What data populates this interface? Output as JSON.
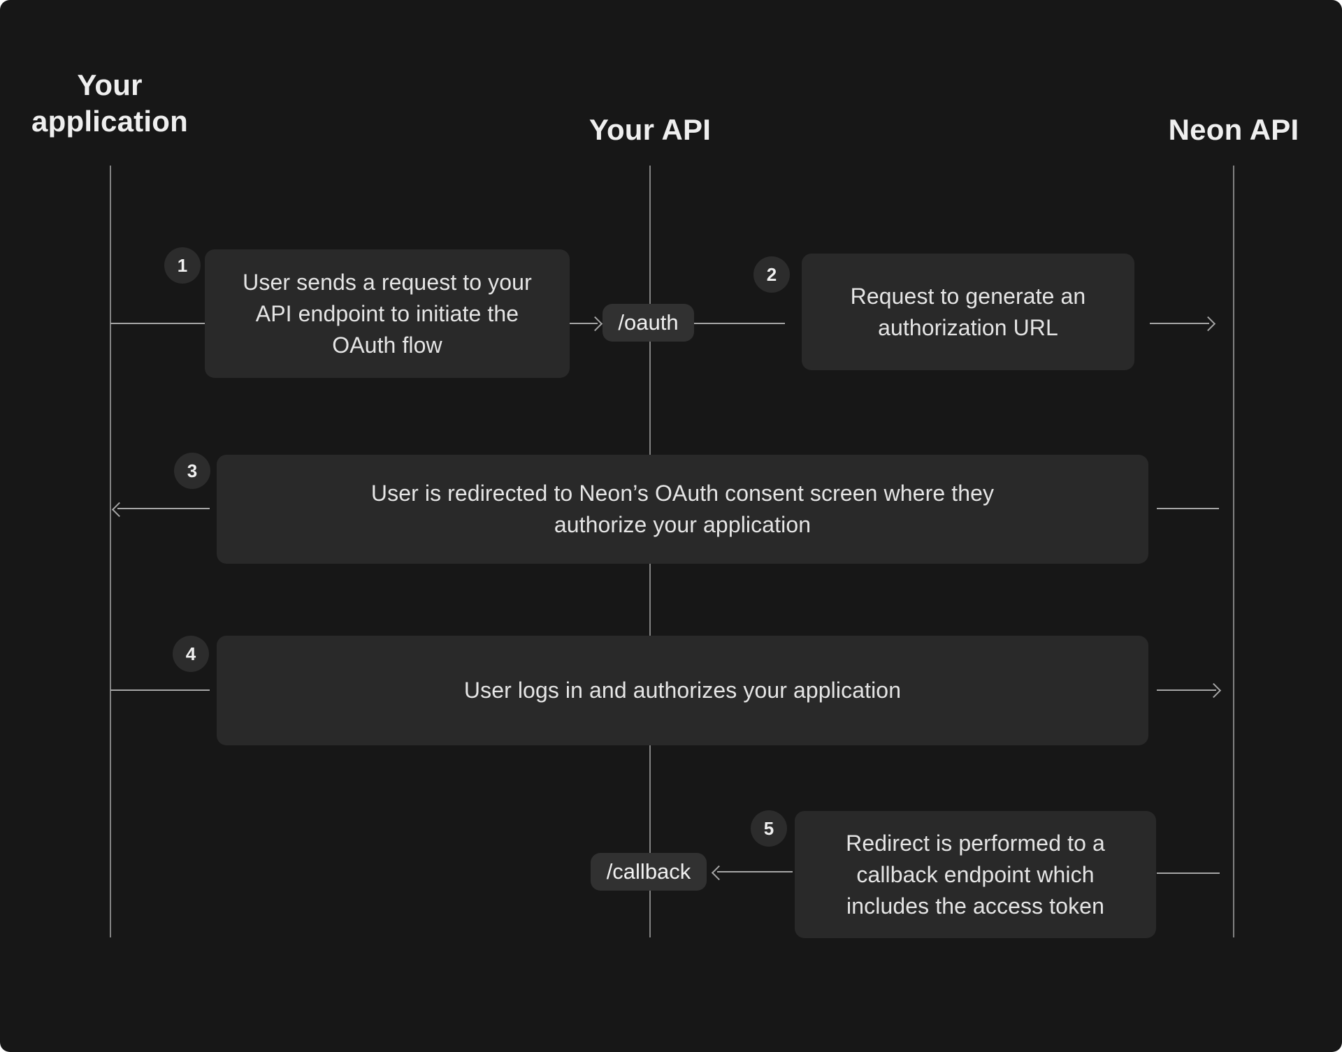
{
  "diagram": {
    "title_implied": "OAuth flow sequence diagram",
    "colors": {
      "background": "#171717",
      "message_box": "#292929",
      "endpoint_pill": "#313131",
      "badge": "#2c2c2c",
      "lifeline": "#828282",
      "connector": "#a6a6a6",
      "text": "#e5e5e5",
      "heading": "#efefef"
    },
    "lanes": [
      {
        "id": "your-application",
        "label": "Your application"
      },
      {
        "id": "your-api",
        "label": "Your API"
      },
      {
        "id": "neon-api",
        "label": "Neon API"
      }
    ],
    "endpoints": [
      {
        "label": "/oauth"
      },
      {
        "label": "/callback"
      }
    ],
    "steps": [
      {
        "number": "1",
        "text": "User sends a request to your API endpoint to initiate the OAuth flow"
      },
      {
        "number": "2",
        "text": "Request to generate an authorization URL"
      },
      {
        "number": "3",
        "text": "User is redirected to Neon’s OAuth consent screen where they authorize your application"
      },
      {
        "number": "4",
        "text": "User logs in and authorizes your application"
      },
      {
        "number": "5",
        "text": "Redirect is performed to a callback endpoint which includes the access token"
      }
    ]
  }
}
